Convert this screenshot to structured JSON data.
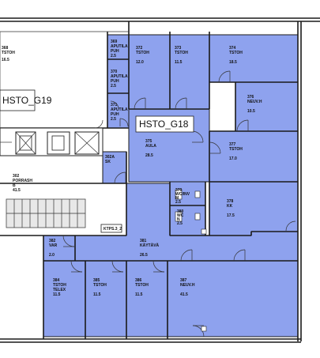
{
  "zones": [
    {
      "id": "HSTO_G19",
      "label": "HSTO_G19"
    },
    {
      "id": "HSTO_G18",
      "label": "HSTO_G18"
    }
  ],
  "colors": {
    "highlight": "#8ea2ee",
    "wall": "#1a1a1a",
    "background": "#ffffff"
  },
  "stair_tag": "KTPS.3_2",
  "rooms": [
    {
      "lines": [
        "368",
        "TSTOH",
        "16.5"
      ]
    },
    {
      "lines": [
        "369",
        "APUTILA",
        "PUH",
        "2.5"
      ]
    },
    {
      "lines": [
        "370",
        "APUTILA",
        "PUH",
        "2.5"
      ]
    },
    {
      "lines": [
        "371",
        "APUTILA",
        "PUH",
        "2.5"
      ]
    },
    {
      "lines": [
        "372",
        "TSTOH",
        "12.0"
      ]
    },
    {
      "lines": [
        "373",
        "TSTOH",
        "11.5"
      ]
    },
    {
      "lines": [
        "374",
        "TSTOH",
        "18.5"
      ]
    },
    {
      "lines": [
        "376",
        "NEUV.H",
        "10.5"
      ]
    },
    {
      "lines": [
        "375",
        "AULA",
        "28.5"
      ]
    },
    {
      "lines": [
        "377",
        "TSTOH",
        "17.0"
      ]
    },
    {
      "lines": [
        "302A",
        "SK"
      ]
    },
    {
      "lines": [
        "302",
        "PORRASH",
        "B",
        "41.5"
      ]
    },
    {
      "lines": [
        "379",
        "WC/INV",
        "M",
        "2.5"
      ]
    },
    {
      "lines": [
        "380",
        "WC",
        "N",
        "2.5"
      ]
    },
    {
      "lines": [
        "378",
        "KK",
        "17.5"
      ]
    },
    {
      "lines": [
        "382",
        "VAR",
        "2.0"
      ]
    },
    {
      "lines": [
        "381",
        "KÄYTÄVÄ",
        "26.5"
      ]
    },
    {
      "lines": [
        "384",
        "TSTOH",
        "TELEX",
        "11.5"
      ]
    },
    {
      "lines": [
        "385",
        "TSTOH",
        "11.5"
      ]
    },
    {
      "lines": [
        "386",
        "TSTOH",
        "11.5"
      ]
    },
    {
      "lines": [
        "387",
        "NEUV.H",
        "41.5"
      ]
    }
  ]
}
